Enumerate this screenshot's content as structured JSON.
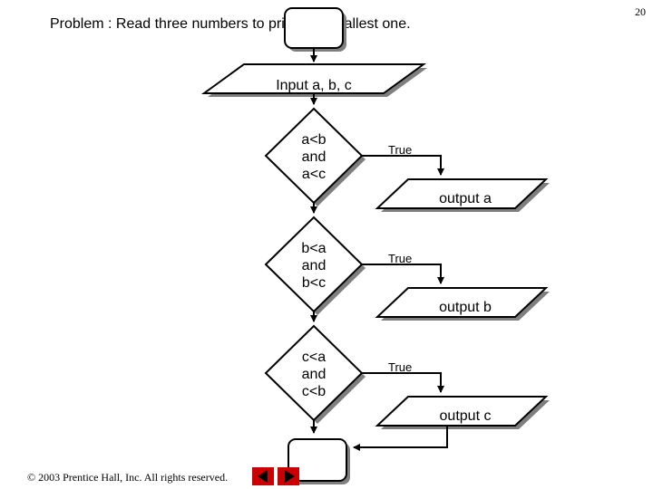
{
  "slide": {
    "number": "20",
    "copyright": "© 2003 Prentice Hall, Inc. All rights reserved."
  },
  "problem": {
    "title": "Problem : Read three numbers to print the smallest one."
  },
  "flowchart": {
    "input": "Input a, b, c",
    "decisions": [
      {
        "lines": [
          "a<b",
          "and",
          "a<c"
        ],
        "branch_label": "True",
        "output": "output a"
      },
      {
        "lines": [
          "b<a",
          "and",
          "b<c"
        ],
        "branch_label": "True",
        "output": "output b"
      },
      {
        "lines": [
          "c<a",
          "and",
          "c<b"
        ],
        "branch_label": "True",
        "output": "output c"
      }
    ]
  },
  "colors": {
    "line": "#000000",
    "nav_button": "#cc0000",
    "shadow": "#7f7f7f"
  },
  "icons": {
    "prev": "triangle-left-icon",
    "next": "triangle-right-icon"
  }
}
